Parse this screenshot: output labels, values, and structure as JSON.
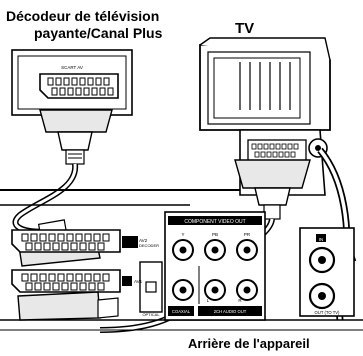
{
  "labels": {
    "decoder_line1": "Décodeur de télévision",
    "decoder_line2": "payante/Canal Plus",
    "tv": "TV",
    "rear_of_unit": "Arrière de l'appareil"
  },
  "device_text": {
    "scart_av": "SCART AV",
    "av2_decoder_line1": "AV2",
    "av2_decoder_line2": "DECODER",
    "av1": "AV1",
    "component_video_out": "COMPONENT VIDEO OUT",
    "y": "Y",
    "pb": "PB",
    "pr": "PR",
    "l": "L",
    "r": "R",
    "in": "IN",
    "out_to_tv": "OUT (TO TV)",
    "coaxial": "COAXIAL",
    "optical": "OPTICAL",
    "audio_out_2ch": "2CH AUDIO OUT"
  }
}
